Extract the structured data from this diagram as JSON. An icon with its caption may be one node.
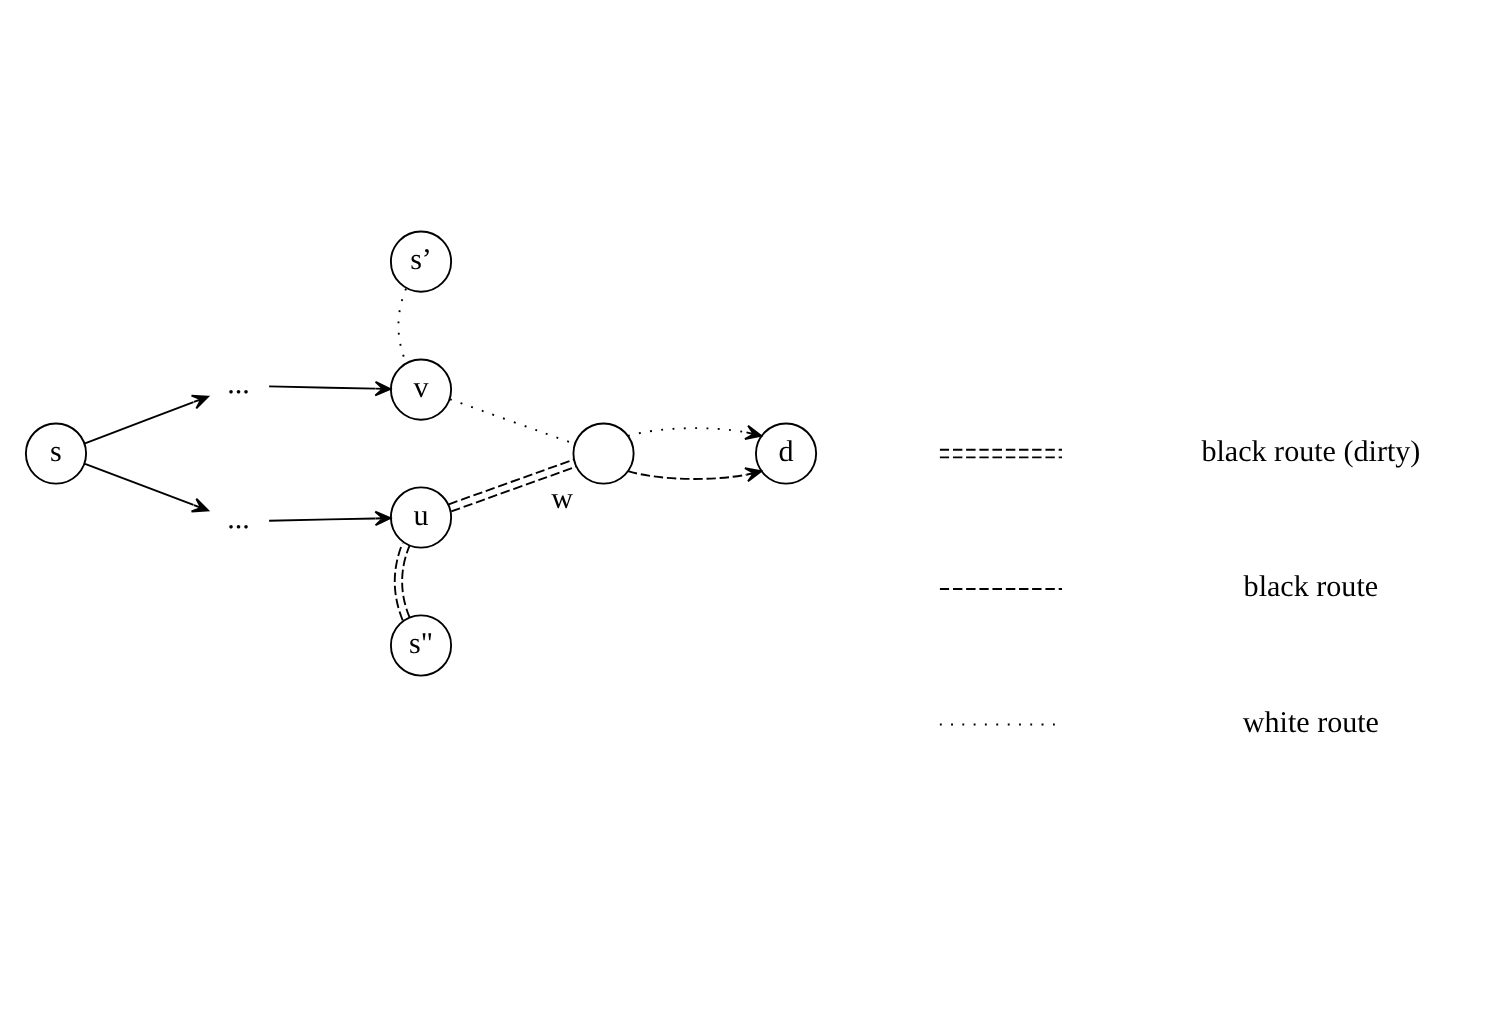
{
  "diagram": {
    "nodes": [
      {
        "text": [
          "s"
        ]
      },
      {
        "text": [
          "s’"
        ]
      },
      {
        "text": [
          "s\""
        ]
      },
      {
        "text": [
          "..."
        ]
      },
      {
        "text": [
          "..."
        ]
      },
      {
        "text": [
          "v"
        ]
      },
      {
        "text": [
          "u"
        ]
      },
      {
        "text": [],
        "shape": "circle",
        "beside": [
          "w"
        ]
      },
      {
        "text": [
          "d"
        ]
      }
    ],
    "edges": [
      {
        "from": 0,
        "to": 3,
        "arrow": "to"
      },
      {
        "from": 0,
        "to": 4,
        "arrow": "to"
      },
      {
        "from": 3,
        "to": 5,
        "arrow": "to"
      },
      {
        "from": 4,
        "to": 6,
        "arrow": "to"
      },
      {
        "from": 1,
        "to": 5,
        "arrow": "none",
        "style": "dashed"
      },
      {
        "from": 2,
        "to": 6,
        "arrow": "none",
        "style": "dashed"
      },
      {
        "from": 5,
        "to": 7,
        "arrow": "none",
        "style": "dashed"
      },
      {
        "from": 6,
        "to": 7,
        "arrow": "none",
        "style": "dashed"
      },
      {
        "from": 7,
        "to": 8,
        "arrow": "to",
        "style": "dashed"
      },
      {
        "from": 7,
        "to": 8,
        "arrow": "to",
        "style": "dashed"
      }
    ],
    "legend": [
      {
        "text": "black route (dirty)"
      },
      {
        "text": "black route"
      },
      {
        "text": "white route"
      }
    ]
  }
}
